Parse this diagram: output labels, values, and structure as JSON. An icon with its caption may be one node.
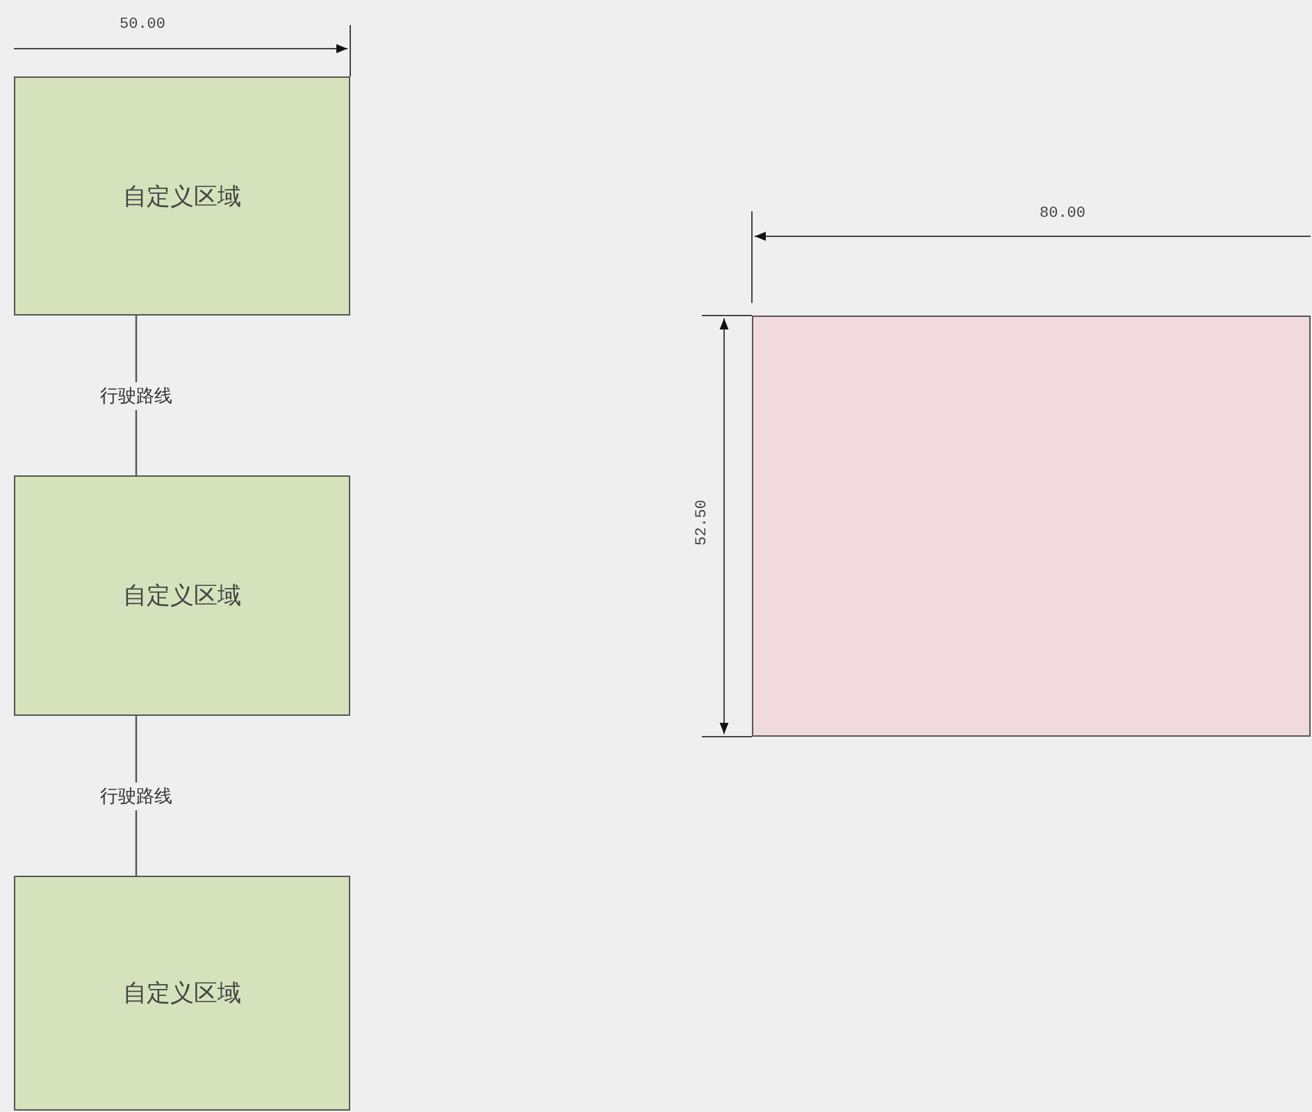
{
  "diagram": {
    "nodes": [
      {
        "text": [
          "自定义区域"
        ]
      },
      {
        "text": [
          "自定义区域"
        ]
      },
      {
        "text": [
          "自定义区域"
        ]
      },
      {
        "text": [],
        "shape": "box"
      }
    ],
    "edges": [
      {
        "from": 0,
        "to": 1,
        "arrow": "none",
        "label": "行驶路线"
      },
      {
        "from": 1,
        "to": 2,
        "arrow": "none",
        "label": "行驶路线"
      }
    ],
    "labels": [
      "50.00",
      "80.00",
      "52.50"
    ]
  }
}
